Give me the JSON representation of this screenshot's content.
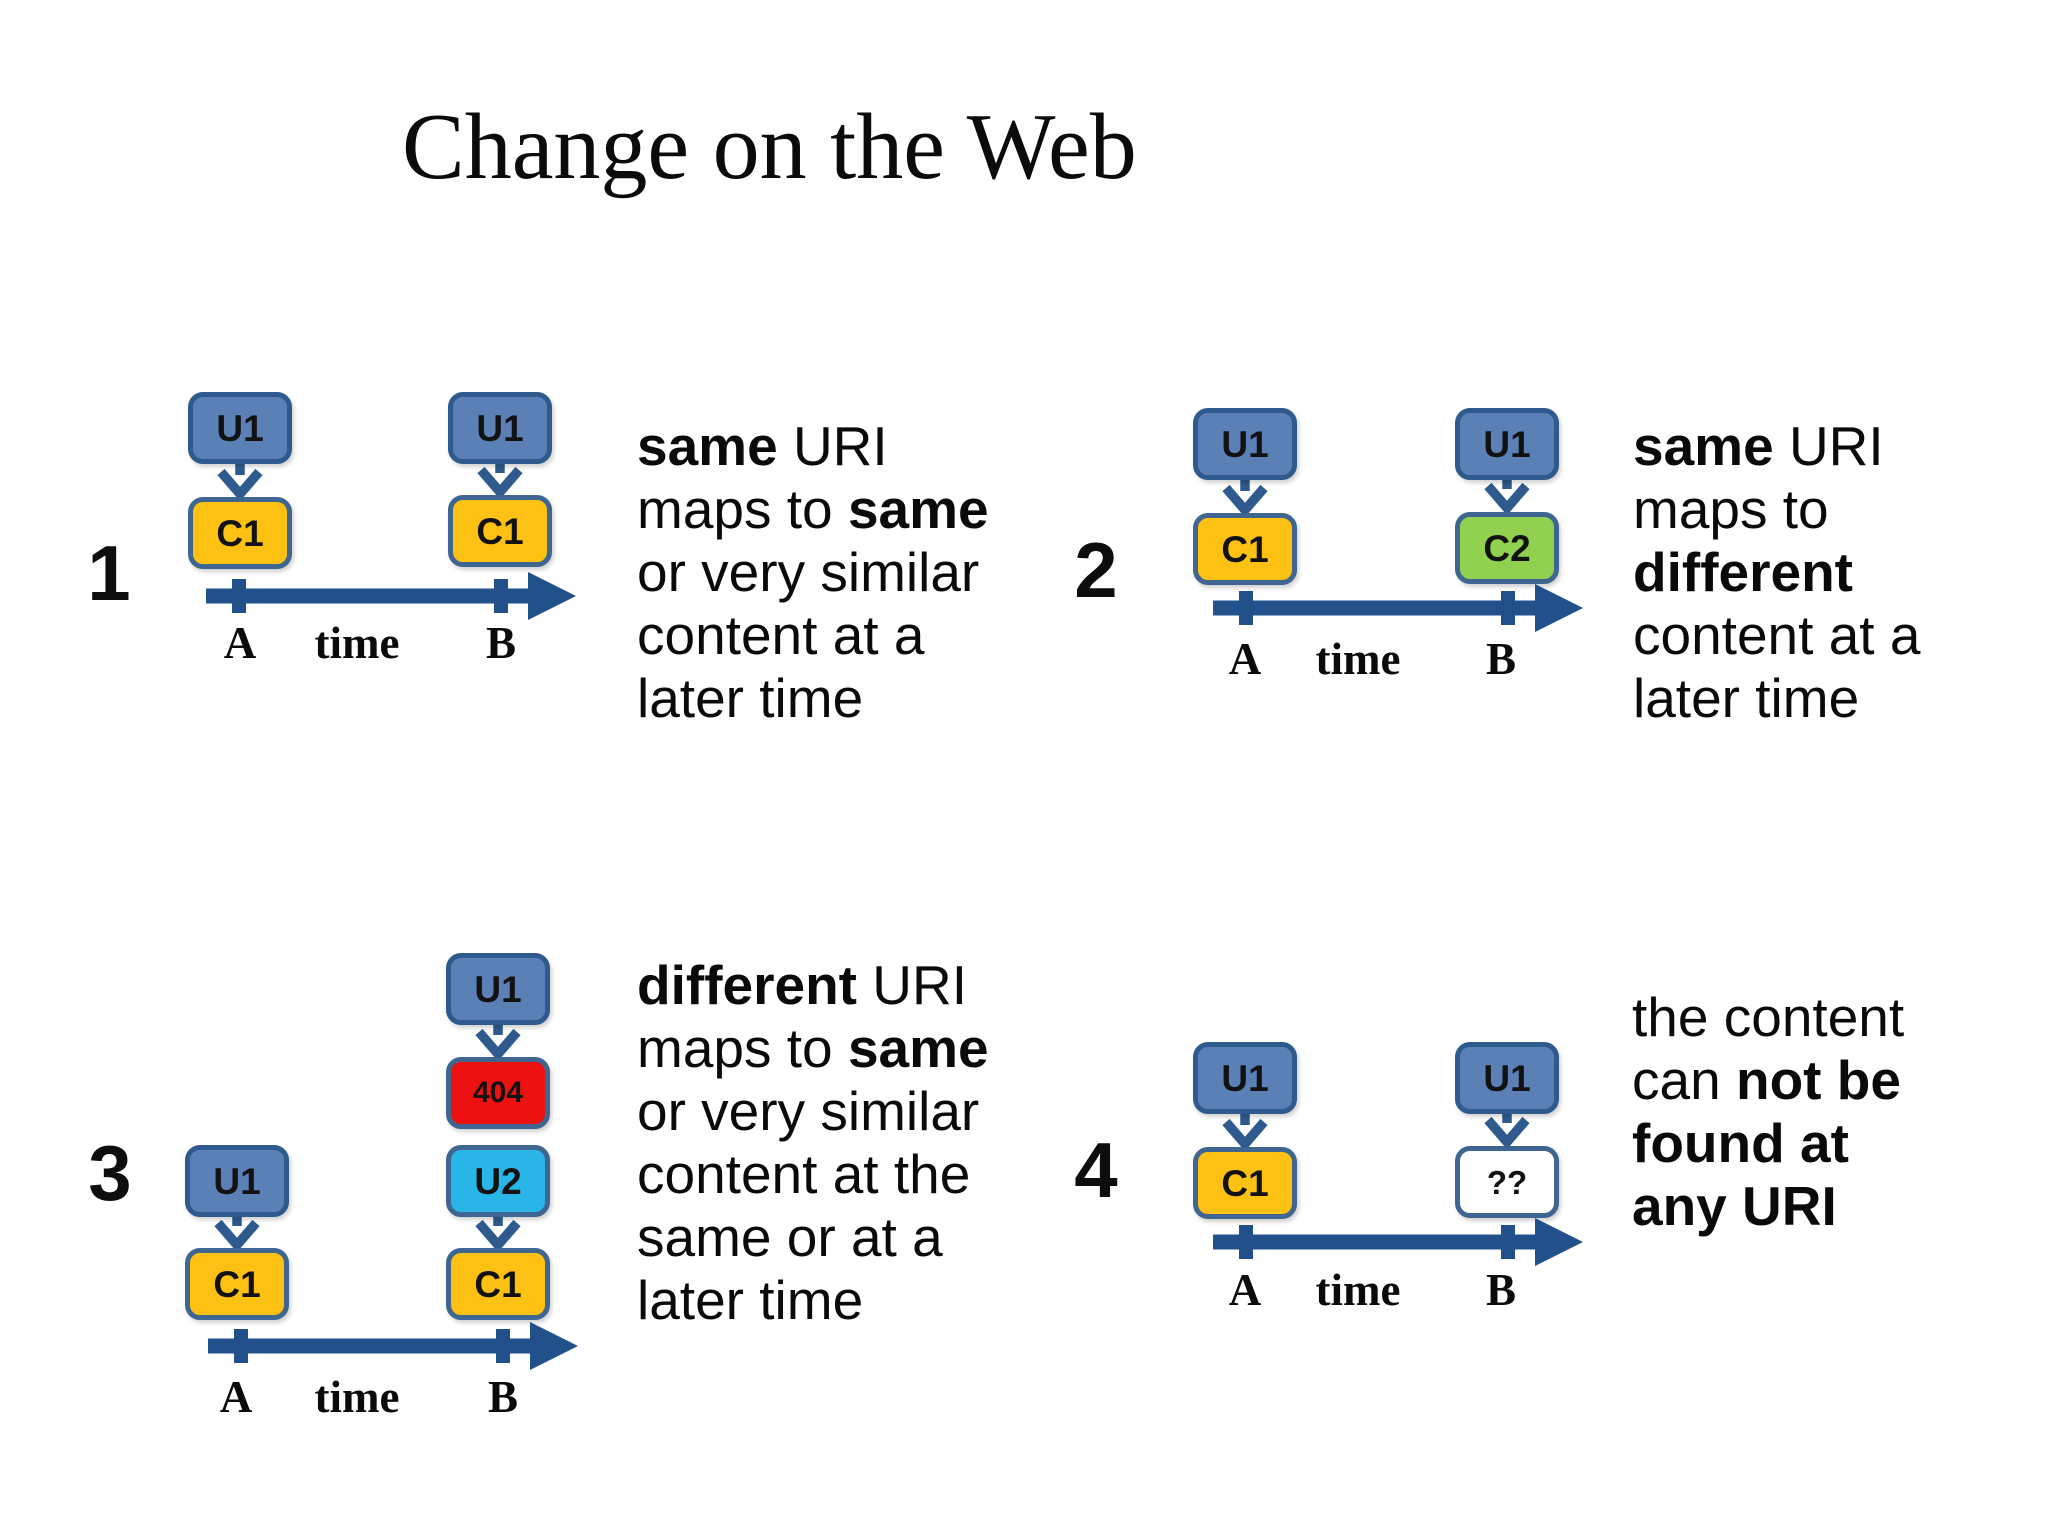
{
  "title": "Change on the Web",
  "colors": {
    "uri_blue": "#5b80b5",
    "uri_blue_border": "#2e5a8e",
    "content_yellow": "#fdc113",
    "content_border": "#3f6591",
    "changed_green": "#92d050",
    "error_red": "#ee1111",
    "uri_cyan": "#29b5e8",
    "missing_white": "#ffffff",
    "connector_blue": "#2e5a8e",
    "timeline_navy": "#21508b",
    "text_black": "#0a0a0a"
  },
  "scenarios": [
    {
      "number": "1",
      "timeline": {
        "a": "A",
        "time": "time",
        "b": "B"
      },
      "boxes": [
        {
          "label": "U1",
          "fill": "uri_blue",
          "border": "uri_blue_border"
        },
        {
          "label": "C1",
          "fill": "content_yellow",
          "border": "content_border"
        },
        {
          "label": "U1",
          "fill": "uri_blue",
          "border": "uri_blue_border"
        },
        {
          "label": "C1",
          "fill": "content_yellow",
          "border": "content_border"
        }
      ],
      "desc_lines": [
        [
          {
            "t": "same",
            "b": true
          },
          {
            "t": " URI",
            "b": false
          }
        ],
        [
          {
            "t": "maps to ",
            "b": false
          },
          {
            "t": "same",
            "b": true
          }
        ],
        [
          {
            "t": "or very similar",
            "b": false
          }
        ],
        [
          {
            "t": "content at a",
            "b": false
          }
        ],
        [
          {
            "t": "later time",
            "b": false
          }
        ]
      ]
    },
    {
      "number": "2",
      "timeline": {
        "a": "A",
        "time": "time",
        "b": "B"
      },
      "boxes": [
        {
          "label": "U1",
          "fill": "uri_blue",
          "border": "uri_blue_border"
        },
        {
          "label": "C1",
          "fill": "content_yellow",
          "border": "content_border"
        },
        {
          "label": "U1",
          "fill": "uri_blue",
          "border": "uri_blue_border"
        },
        {
          "label": "C2",
          "fill": "changed_green",
          "border": "content_border"
        }
      ],
      "desc_lines": [
        [
          {
            "t": "same",
            "b": true
          },
          {
            "t": " URI",
            "b": false
          }
        ],
        [
          {
            "t": "maps to",
            "b": false
          }
        ],
        [
          {
            "t": "different",
            "b": true
          }
        ],
        [
          {
            "t": "content at a",
            "b": false
          }
        ],
        [
          {
            "t": "later time",
            "b": false
          }
        ]
      ]
    },
    {
      "number": "3",
      "timeline": {
        "a": "A",
        "time": "time",
        "b": "B"
      },
      "boxes": [
        {
          "label": "U1",
          "fill": "uri_blue",
          "border": "uri_blue_border"
        },
        {
          "label": "C1",
          "fill": "content_yellow",
          "border": "content_border"
        },
        {
          "label": "U1",
          "fill": "uri_blue",
          "border": "uri_blue_border"
        },
        {
          "label": "404",
          "fill": "error_red",
          "border": "content_border"
        },
        {
          "label": "U2",
          "fill": "uri_cyan",
          "border": "content_border"
        },
        {
          "label": "C1",
          "fill": "content_yellow",
          "border": "content_border"
        }
      ],
      "desc_lines": [
        [
          {
            "t": "different",
            "b": true
          },
          {
            "t": " URI",
            "b": false
          }
        ],
        [
          {
            "t": "maps to ",
            "b": false
          },
          {
            "t": "same",
            "b": true
          }
        ],
        [
          {
            "t": "or very similar",
            "b": false
          }
        ],
        [
          {
            "t": "content at the",
            "b": false
          }
        ],
        [
          {
            "t": "same or at a",
            "b": false
          }
        ],
        [
          {
            "t": "later time",
            "b": false
          }
        ]
      ]
    },
    {
      "number": "4",
      "timeline": {
        "a": "A",
        "time": "time",
        "b": "B"
      },
      "boxes": [
        {
          "label": "U1",
          "fill": "uri_blue",
          "border": "uri_blue_border"
        },
        {
          "label": "C1",
          "fill": "content_yellow",
          "border": "content_border"
        },
        {
          "label": "U1",
          "fill": "uri_blue",
          "border": "uri_blue_border"
        },
        {
          "label": "??",
          "fill": "missing_white",
          "border": "content_border"
        }
      ],
      "desc_lines": [
        [
          {
            "t": "the content",
            "b": false
          }
        ],
        [
          {
            "t": "can ",
            "b": false
          },
          {
            "t": "not be",
            "b": true
          }
        ],
        [
          {
            "t": "found at",
            "b": true
          }
        ],
        [
          {
            "t": "any URI",
            "b": true
          }
        ]
      ]
    }
  ]
}
